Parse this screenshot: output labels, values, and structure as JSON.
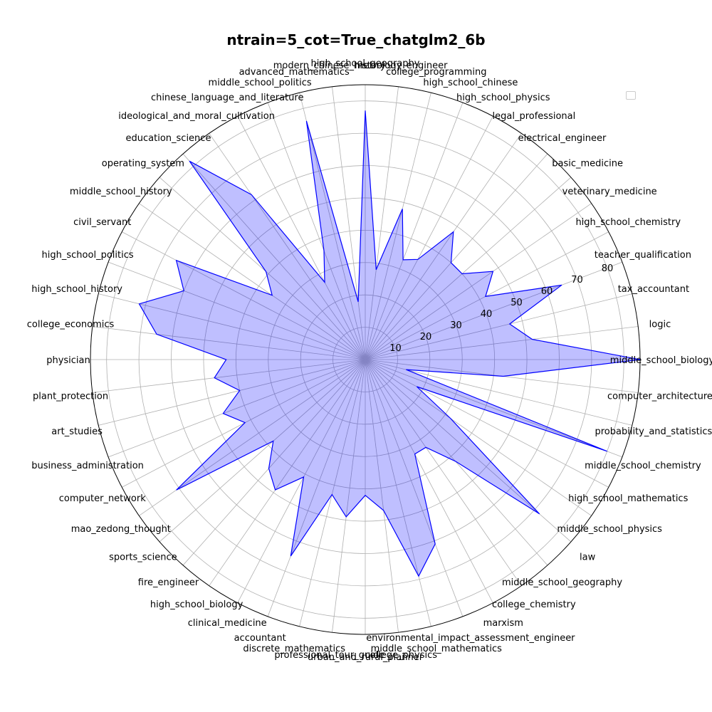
{
  "chart_data": {
    "type": "radar",
    "title": "ntrain=5_cot=True_chatglm2_6b",
    "radial_ticks": [
      10,
      20,
      30,
      40,
      50,
      60,
      70,
      80
    ],
    "rmax": 85,
    "grid": true,
    "legend": "top-right",
    "colors": {
      "line": "#0000ff",
      "fill": "#0000ff",
      "grid": "#b0b0b0",
      "frame": "#000000"
    },
    "categories": [
      "middle_school_biology",
      "logic",
      "tax_accountant",
      "teacher_qualification",
      "high_school_chemistry",
      "veterinary_medicine",
      "basic_medicine",
      "electrical_engineer",
      "legal_professional",
      "high_school_physics",
      "high_school_chinese",
      "college_programming",
      "metrology_engineer",
      "high_school_geography",
      "modern_chinese_history",
      "advanced_mathematics",
      "middle_school_politics",
      "chinese_language_and_literature",
      "ideological_and_moral_cultivation",
      "education_science",
      "operating_system",
      "middle_school_history",
      "civil_servant",
      "high_school_politics",
      "high_school_history",
      "college_economics",
      "physician",
      "plant_protection",
      "art_studies",
      "business_administration",
      "computer_network",
      "mao_zedong_thought",
      "sports_science",
      "fire_engineer",
      "high_school_biology",
      "clinical_medicine",
      "accountant",
      "discrete_mathematics",
      "professional_tour_guide",
      "urban_and_rural_planner",
      "college_physics",
      "middle_school_mathematics",
      "environmental_impact_assessment_engineer",
      "marxism",
      "college_chemistry",
      "middle_school_geography",
      "law",
      "middle_school_physics",
      "high_school_mathematics",
      "middle_school_chemistry",
      "probability_and_statistics",
      "computer_architecture"
    ],
    "values": [
      85,
      52,
      46,
      65,
      42,
      48,
      40,
      40,
      48,
      35,
      33,
      48,
      28,
      77,
      18,
      76,
      36,
      27,
      62,
      82,
      41,
      35,
      66,
      60,
      72,
      65,
      43,
      47,
      40,
      47,
      42,
      71,
      38,
      45,
      49,
      41,
      65,
      43,
      49,
      42,
      47,
      69,
      61,
      33,
      33,
      42,
      72,
      32,
      18,
      80,
      13,
      43
    ]
  }
}
